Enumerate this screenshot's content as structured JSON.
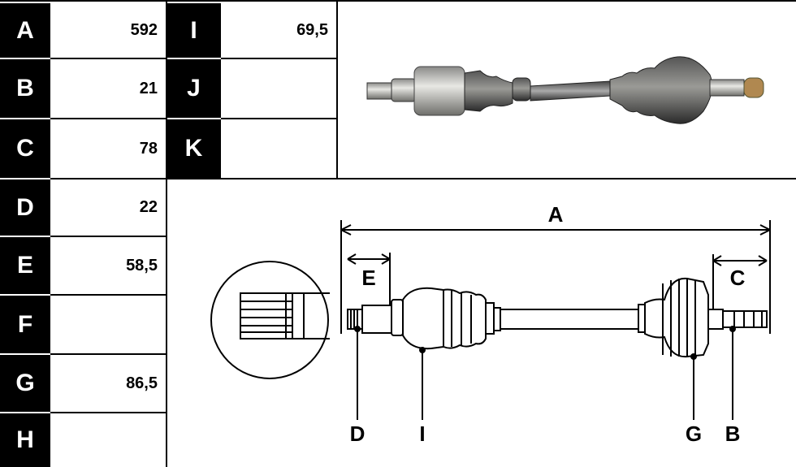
{
  "left_table": [
    {
      "label": "A",
      "value": "592"
    },
    {
      "label": "B",
      "value": "21"
    },
    {
      "label": "C",
      "value": "78"
    },
    {
      "label": "D",
      "value": "22"
    },
    {
      "label": "E",
      "value": "58,5"
    },
    {
      "label": "F",
      "value": ""
    },
    {
      "label": "G",
      "value": "86,5"
    },
    {
      "label": "H",
      "value": ""
    }
  ],
  "right_table": [
    {
      "label": "I",
      "value": "69,5"
    },
    {
      "label": "J",
      "value": ""
    },
    {
      "label": "K",
      "value": ""
    }
  ],
  "diagram": {
    "dim_labels": {
      "A": "A",
      "E": "E",
      "C": "C"
    },
    "callouts": {
      "D": "D",
      "I": "I",
      "G": "G",
      "B": "B"
    }
  },
  "colors": {
    "label_bg": "#000000",
    "label_fg": "#ffffff"
  }
}
